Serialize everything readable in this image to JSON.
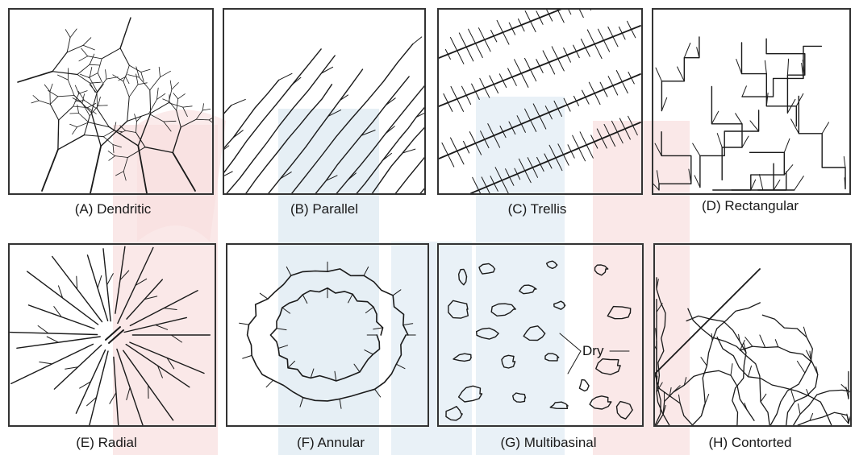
{
  "panels": [
    {
      "id": "A",
      "caption": "(A) Dendritic",
      "pattern": "dendritic"
    },
    {
      "id": "B",
      "caption": "(B) Parallel",
      "pattern": "parallel"
    },
    {
      "id": "C",
      "caption": "(C) Trellis",
      "pattern": "trellis"
    },
    {
      "id": "D",
      "caption": "(D) Rectangular",
      "pattern": "rectangular"
    },
    {
      "id": "E",
      "caption": "(E) Radial",
      "pattern": "radial"
    },
    {
      "id": "F",
      "caption": "(F) Annular",
      "pattern": "annular"
    },
    {
      "id": "G",
      "caption": "(G) Multibasinal",
      "pattern": "multibasinal",
      "annotation": "Dry"
    },
    {
      "id": "H",
      "caption": "(H) Contorted",
      "pattern": "contorted"
    }
  ],
  "colors": {
    "stroke": "#1a1a1a",
    "watermark_red": "#f6d4d4",
    "watermark_blue": "#d8e6f0"
  }
}
